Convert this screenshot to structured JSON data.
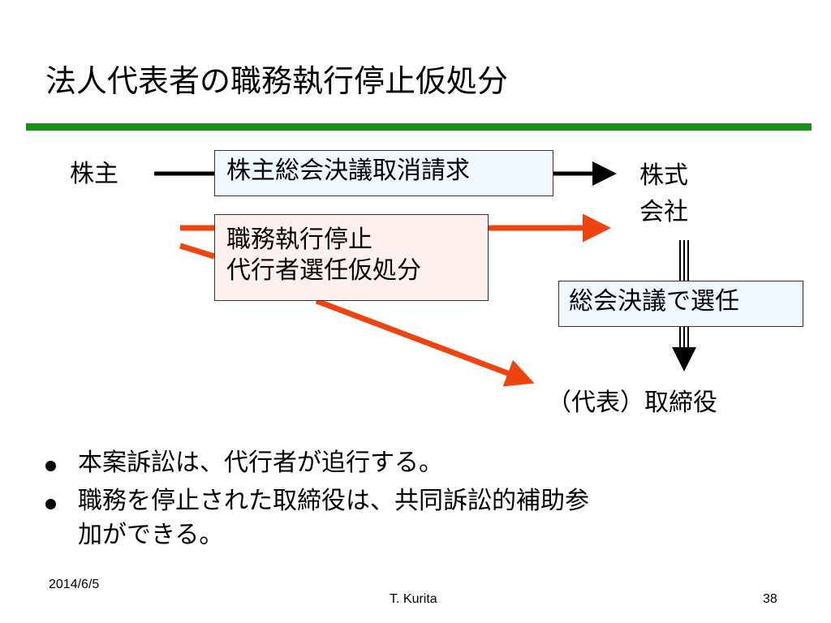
{
  "slide": {
    "title": "法人代表者の職務執行停止仮処分",
    "accent_color": "#189018"
  },
  "diagram": {
    "shareholder": "株主",
    "company_line1": "株式",
    "company_line2": "会社",
    "rescission_suit": "株主総会決議取消請求",
    "provisional_line1": "職務執行停止",
    "provisional_line2": "代行者選任仮処分",
    "election": "総会決議で選任",
    "director": "（代表）取締役",
    "arrow_black": "#000000",
    "arrow_red": "#ee4411"
  },
  "bullets": [
    {
      "line1": "本案訴訟は、代行者が追行する。",
      "line2": ""
    },
    {
      "line1": "職務を停止された取締役は、共同訴訟的補助参",
      "line2": "加ができる。"
    }
  ],
  "footer": {
    "date": "2014/6/5",
    "author": "T. Kurita",
    "page": "38"
  }
}
